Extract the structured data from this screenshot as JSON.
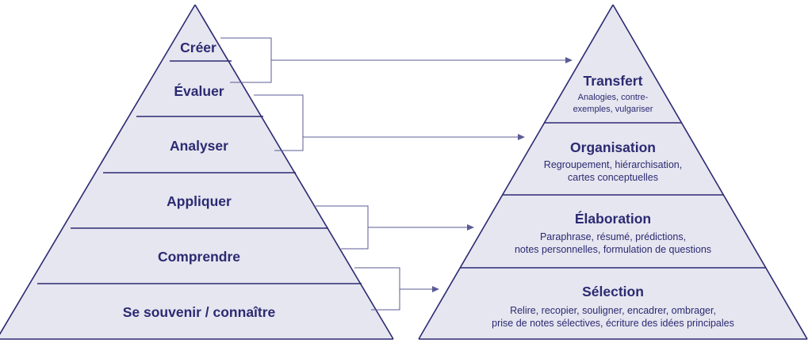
{
  "left_pyramid": {
    "levels": [
      {
        "label": "Créer"
      },
      {
        "label": "Évaluer"
      },
      {
        "label": "Analyser"
      },
      {
        "label": "Appliquer"
      },
      {
        "label": "Comprendre"
      },
      {
        "label": "Se souvenir / connaître"
      }
    ]
  },
  "right_pyramid": {
    "levels": [
      {
        "label": "Transfert",
        "detail": [
          "Analogies,  contre-",
          "exemples, vulgariser"
        ]
      },
      {
        "label": "Organisation",
        "detail": [
          "Regroupement, hiérarchisation,",
          "cartes conceptuelles"
        ]
      },
      {
        "label": "Élaboration",
        "detail": [
          "Paraphrase, résumé, prédictions,",
          "notes personnelles, formulation de questions"
        ]
      },
      {
        "label": "Sélection",
        "detail": [
          "Relire, recopier, souligner, encadrer, ombrager,",
          "prise de notes sélectives, écriture des idées principales"
        ]
      }
    ]
  },
  "colors": {
    "outline": "#2b2a72",
    "fill": "#e6e6f0",
    "connector": "#5b5b96",
    "text": "#2b2a72"
  }
}
